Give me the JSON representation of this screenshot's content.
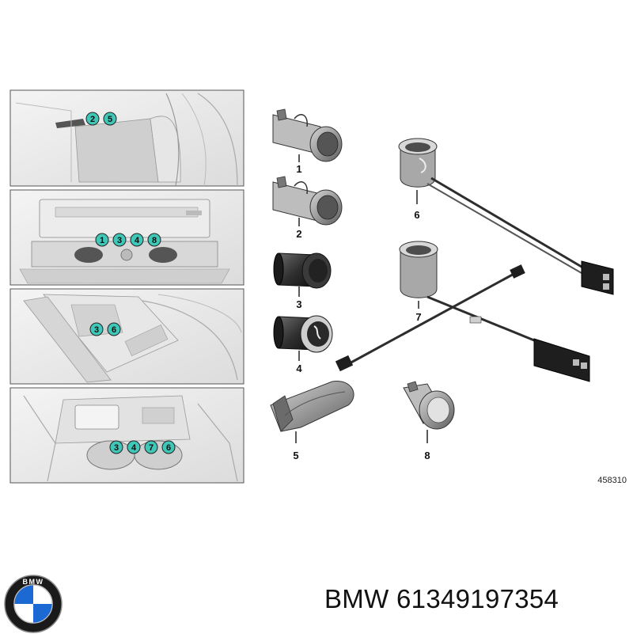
{
  "diagram": {
    "code": "458310",
    "parts": [
      {
        "label": "1"
      },
      {
        "label": "2"
      },
      {
        "label": "3"
      },
      {
        "label": "4"
      },
      {
        "label": "5"
      },
      {
        "label": "6"
      },
      {
        "label": "7"
      },
      {
        "label": "8"
      }
    ],
    "panels": [
      {
        "callouts": [
          "2",
          "5"
        ]
      },
      {
        "callouts": [
          "1",
          "3",
          "4",
          "8"
        ]
      },
      {
        "callouts": [
          "3",
          "6"
        ]
      },
      {
        "callouts": [
          "3",
          "4",
          "7",
          "6"
        ]
      }
    ],
    "callout_color": "#3fc7b8"
  },
  "caption": {
    "brand": "BMW",
    "part_number": "61349197354",
    "logo_letters": "BMW"
  },
  "colors": {
    "logo_blue": "#1c69d4",
    "part_dark": "#2e2e2e",
    "part_grey": "#8e8e8e"
  }
}
